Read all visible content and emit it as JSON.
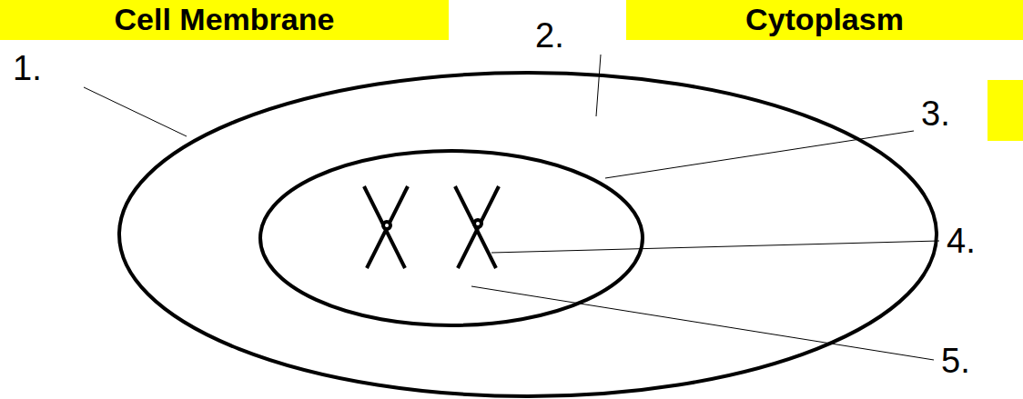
{
  "diagram": {
    "nodes": [
      {
        "text": [
          "Cell Membrane"
        ]
      },
      {
        "text": [
          "Cytoplasm"
        ]
      }
    ],
    "labels": [
      "1.",
      "2.",
      "3.",
      "4.",
      "5."
    ]
  }
}
